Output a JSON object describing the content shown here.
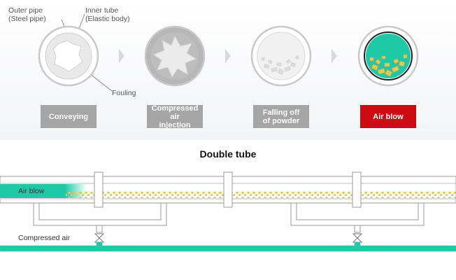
{
  "labels": {
    "outer_pipe_line1": "Outer pipe",
    "outer_pipe_line2": "(Steel pipe)",
    "inner_tube_line1": "Inner tube",
    "inner_tube_line2": "(Elastic body)",
    "fouling": "Fouling"
  },
  "stages": [
    {
      "line1": "Conveying",
      "line2": ""
    },
    {
      "line1": "Compressed air",
      "line2": "injection"
    },
    {
      "line1": "Falling off",
      "line2": "of powder"
    },
    {
      "line1": "Air blow",
      "line2": ""
    }
  ],
  "title": "Double tube",
  "pipe_labels": {
    "air_blow": "Air blow",
    "compressed_air": "Compressed air"
  },
  "colors": {
    "teal": "#1ec9a8",
    "active_red": "#cc0a12",
    "stage_gray": "#a5a5a5",
    "powder": "#e2c85a"
  }
}
